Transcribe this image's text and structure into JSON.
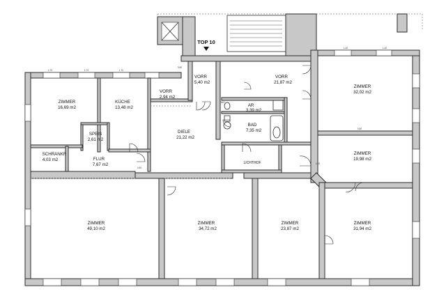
{
  "unit_tag": "TOP 10",
  "rooms": [
    {
      "id": "zimmer-nw",
      "name": "ZIMMER",
      "area": "16,69 m2"
    },
    {
      "id": "kueche",
      "name": "KÜCHE",
      "area": "13,48 m2"
    },
    {
      "id": "speis",
      "name": "SPEIS",
      "area": "2,61 m2"
    },
    {
      "id": "schrankr",
      "name": "SCHRANKR",
      "area": "4,03 m2"
    },
    {
      "id": "flur",
      "name": "FLUR",
      "area": "7,67 m2"
    },
    {
      "id": "vorr-small",
      "name": "VORR",
      "area": "2,94 m2"
    },
    {
      "id": "vorr-entry",
      "name": "VORR",
      "area": "5,40 m2"
    },
    {
      "id": "diele",
      "name": "DIELE",
      "area": "21,22 m2"
    },
    {
      "id": "vorr-large",
      "name": "VORR",
      "area": "21,87 m2"
    },
    {
      "id": "ar",
      "name": "AR",
      "area": "3,39 m2"
    },
    {
      "id": "bad",
      "name": "BAD",
      "area": "7,35 m2"
    },
    {
      "id": "lichthof",
      "name": "LICHTHOF",
      "area": ""
    },
    {
      "id": "zimmer-ne",
      "name": "ZIMMER",
      "area": "32,02 m2"
    },
    {
      "id": "zimmer-e",
      "name": "ZIMMER",
      "area": "19,98 m2"
    },
    {
      "id": "zimmer-sw",
      "name": "ZIMMER",
      "area": "49,10 m2"
    },
    {
      "id": "zimmer-s1",
      "name": "ZIMMER",
      "area": "34,72 m2"
    },
    {
      "id": "zimmer-s2",
      "name": "ZIMMER",
      "area": "23,87 m2"
    },
    {
      "id": "zimmer-se",
      "name": "ZIMMER",
      "area": "31,94 m2"
    }
  ],
  "fixtures": {
    "wc_label": "WC"
  }
}
